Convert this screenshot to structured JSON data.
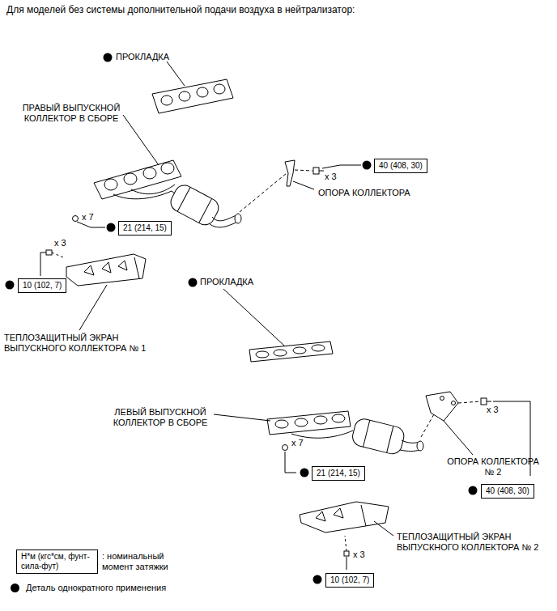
{
  "diagram": {
    "title": "Для моделей без системы дополнительной подачи воздуха в нейтрализатор:",
    "nodes": [
      {
        "text": [
          "40 (408, 30)"
        ]
      },
      {
        "text": [
          "21 (214, 15)"
        ]
      },
      {
        "text": [
          "10 (102, 7)"
        ]
      },
      {
        "text": [
          "40 (408, 30)"
        ]
      },
      {
        "text": [
          "21 (214, 15)"
        ]
      },
      {
        "text": [
          "10 (102, 7)"
        ]
      },
      {
        "text": [
          "Н*м (кгс*см, фунт-сила-фут)"
        ]
      }
    ],
    "labels": [
      "ПРОКЛАДКА",
      "ПРАВЫЙ ВЫПУСКНОЙ КОЛЛЕКТОР В СБОРЕ",
      "ОПОРА КОЛЛЕКТОРА",
      "x 3",
      "x 7",
      "x 3",
      "ТЕПЛОЗАЩИТНЫЙ ЭКРАН ВЫПУСКНОГО КОЛЛЕКТОРА № 1",
      "ПРОКЛАДКА",
      "ЛЕВЫЙ ВЫПУСКНОЙ КОЛЛЕКТОР В СБОРЕ",
      "x 3",
      "ОПОРА КОЛЛЕКТОРА № 2",
      "x 7",
      "ТЕПЛОЗАЩИТНЫЙ ЭКРАН ВЫПУСКНОГО КОЛЛЕКТОРА № 2",
      "x 3"
    ],
    "legend": [
      {
        "text": ": номинальный момент затяжки"
      },
      {
        "text": "Деталь однократного применения",
        "color": "#000000"
      }
    ]
  }
}
